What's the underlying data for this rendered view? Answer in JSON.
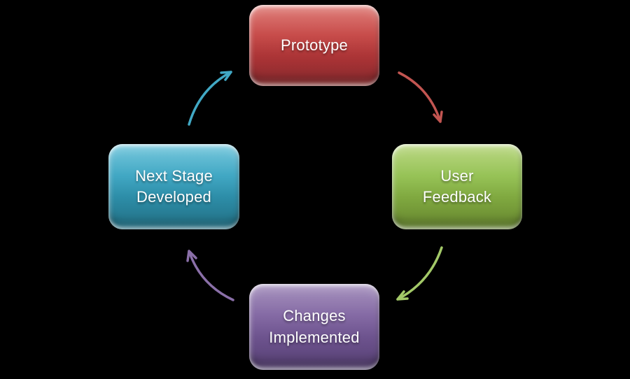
{
  "diagram": {
    "type": "cycle",
    "direction": "clockwise",
    "background_color": "#000000",
    "text_color": "#FFFFFF",
    "nodes": [
      {
        "label": "Prototype",
        "color": "#C0504D",
        "position": "top"
      },
      {
        "label": "User Feedback",
        "color": "#9BBB59",
        "position": "right"
      },
      {
        "label": "Changes Implemented",
        "color": "#8064A2",
        "position": "bottom"
      },
      {
        "label": "Next Stage Developed",
        "color": "#4BACC6",
        "position": "left"
      }
    ],
    "arrows": [
      {
        "from": "Prototype",
        "to": "User Feedback",
        "color": "#C25551"
      },
      {
        "from": "User Feedback",
        "to": "Changes Implemented",
        "color": "#A3C968"
      },
      {
        "from": "Changes Implemented",
        "to": "Next Stage Developed",
        "color": "#8A6FA8"
      },
      {
        "from": "Next Stage Developed",
        "to": "Prototype",
        "color": "#41A8C4"
      }
    ]
  }
}
